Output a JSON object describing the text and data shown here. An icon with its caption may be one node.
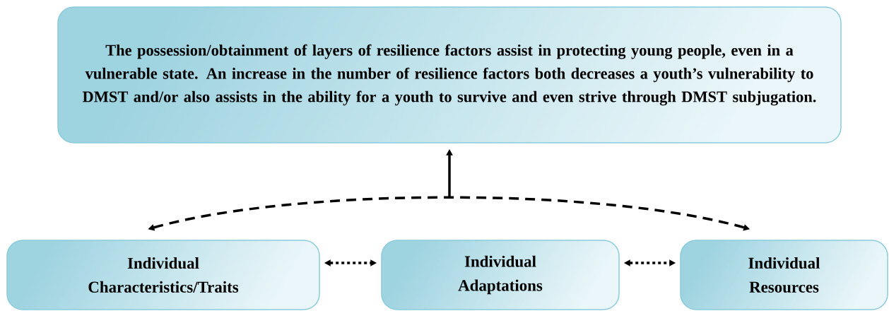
{
  "diagram": {
    "nodes": [
      {
        "text": [
          "The possession/obtainment of layers of resilience factors assist in protecting young people, even in a vulnerable state. An increase in the number of resilience factors both decreases a youth’s vulnerability to DMST and/or also assists in the ability for a youth to survive and even strive through DMST subjugation."
        ]
      },
      {
        "text": [
          "Individual Characteristics/Traits"
        ]
      },
      {
        "text": [
          "Individual Adaptations"
        ]
      },
      {
        "text": [
          "Individual Resources"
        ]
      }
    ],
    "edges": [
      {
        "from": 1,
        "to": 3,
        "arrow": "both",
        "style": "dashed"
      },
      {
        "from": null,
        "to": 0,
        "arrow": "to"
      },
      {
        "from": 1,
        "to": 2,
        "arrow": "both",
        "style": "dashed"
      },
      {
        "from": 2,
        "to": 3,
        "arrow": "both",
        "style": "dashed"
      }
    ]
  }
}
